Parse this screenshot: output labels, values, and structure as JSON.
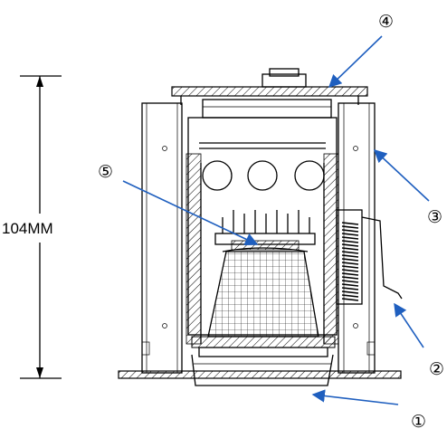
{
  "dimension": {
    "label": "104MM"
  },
  "callouts": [
    {
      "id": "1",
      "label": "①"
    },
    {
      "id": "2",
      "label": "②"
    },
    {
      "id": "3",
      "label": "③"
    },
    {
      "id": "4",
      "label": "④"
    },
    {
      "id": "5",
      "label": "⑤"
    }
  ],
  "colors": {
    "arrow": "#1f5fbf",
    "line": "#000000",
    "background": "#ffffff"
  }
}
